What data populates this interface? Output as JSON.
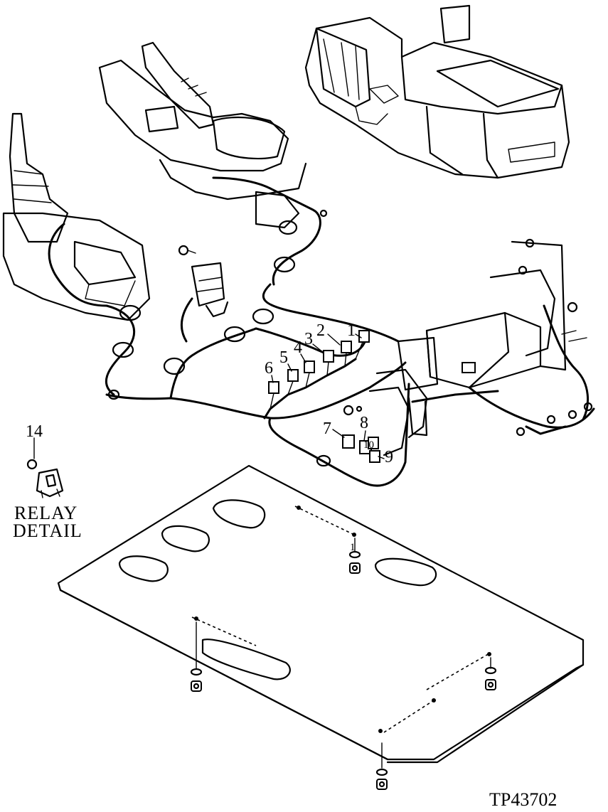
{
  "diagram": {
    "reference_number": "TP43702",
    "relay_detail": {
      "line1": "RELAY",
      "line2": "DETAIL",
      "callout": "14"
    },
    "callouts": [
      "1",
      "2",
      "3",
      "4",
      "5",
      "6",
      "7",
      "8",
      "9",
      "10"
    ],
    "plate_fastener_callout": "1"
  }
}
